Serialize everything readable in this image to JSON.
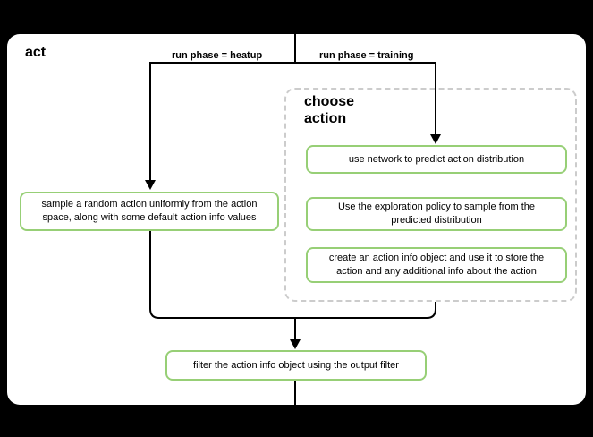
{
  "diagram": {
    "title": "act",
    "branches": {
      "heatup_label": "run phase = heatup",
      "training_label": "run phase = training"
    },
    "group": {
      "title": "choose action"
    },
    "nodes": {
      "sample": "sample a random action uniformly from the action space, along with some default action info values",
      "predict": "use network to predict action distribution",
      "explore": "Use the exploration policy to sample from the predicted distribution",
      "action_info": "create an action info object and use it to store the action and any additional info about the action",
      "filter": "filter the action info object using the output filter"
    },
    "colors": {
      "node_border": "#97cf76",
      "group_border": "#cccccc",
      "connector": "#000000",
      "canvas_background": "#000000",
      "diagram_background": "#ffffff"
    }
  }
}
